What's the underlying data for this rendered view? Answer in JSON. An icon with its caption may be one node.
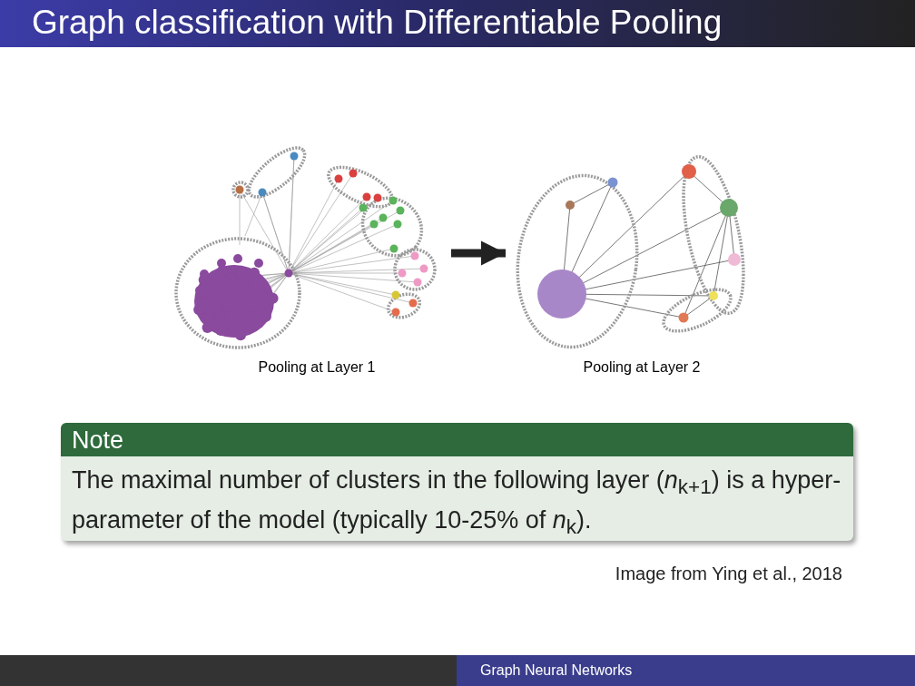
{
  "diagram": {
    "title": "Graph classification with Differentiable Pooling",
    "nodes": [
      {
        "text": [],
        "shape": "picture",
        "beside": [
          "Pooling at Layer 1"
        ]
      },
      {
        "text": [],
        "shape": "picture",
        "beside": [
          "Pooling at Layer 2"
        ]
      },
      {
        "text": [
          "Note",
          "The maximal number of clusters in the following layer (*n*$_{k+1}$) is a hyper-parameter of the model (typically 10-25% of *n*$_{k}$)."
        ]
      }
    ],
    "edges": [
      {
        "from": 0,
        "to": 1,
        "arrow": "to"
      }
    ],
    "labels": [
      "Image from Ying et al., 2018",
      "Graph Neural Networks"
    ]
  }
}
